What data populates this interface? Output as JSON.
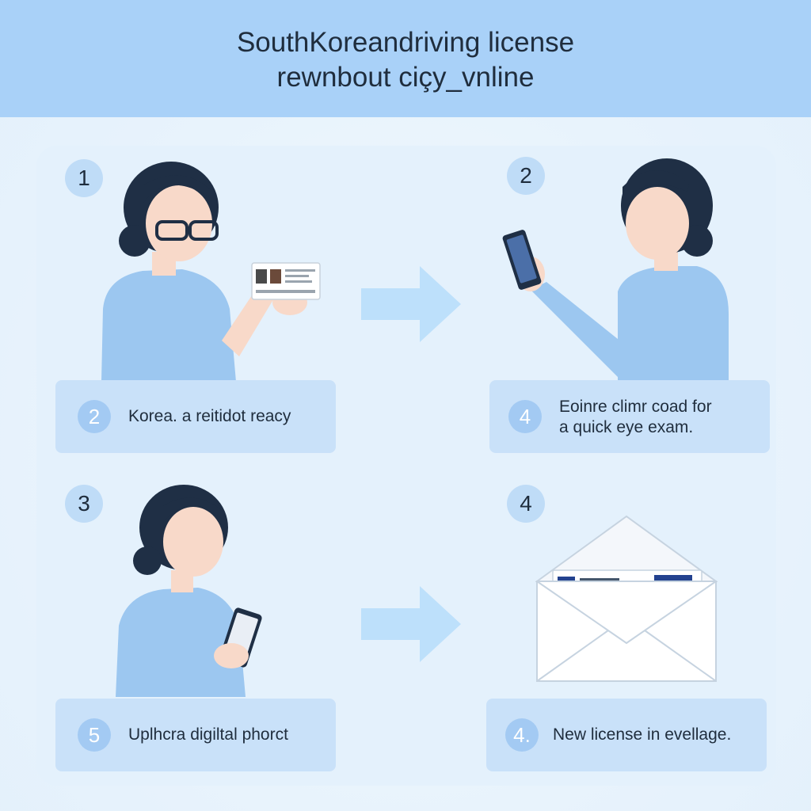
{
  "header": {
    "title_line1": "SouthKoreandriving license",
    "title_line2": "rewnbout ciçy_vnline"
  },
  "steps": [
    {
      "number": "1",
      "card_badge": "2",
      "card_line1": "Korea. a reitidot reacy",
      "card_line2": ""
    },
    {
      "number": "2",
      "card_badge": "4",
      "card_line1": "Eoinre climr coad for",
      "card_line2": "a quick eye exam."
    },
    {
      "number": "3",
      "card_badge": "5",
      "card_line1": "Uplhcra digiltal phorct",
      "card_line2": ""
    },
    {
      "number": "4",
      "card_badge": "4.",
      "card_line1": "New license in evellage.",
      "card_line2": ""
    }
  ],
  "colors": {
    "header_bg": "#a9d1f8",
    "shirt": "#9cc7f0",
    "hair": "#1f2f45",
    "skin": "#f8d9c9",
    "card_bg": "#c9e1f9",
    "arrow": "#bde0fb"
  },
  "icons": {
    "arrow": "right-arrow-icon",
    "envelope": "envelope-icon",
    "phone": "smartphone-icon",
    "id_card": "id-card-icon"
  }
}
